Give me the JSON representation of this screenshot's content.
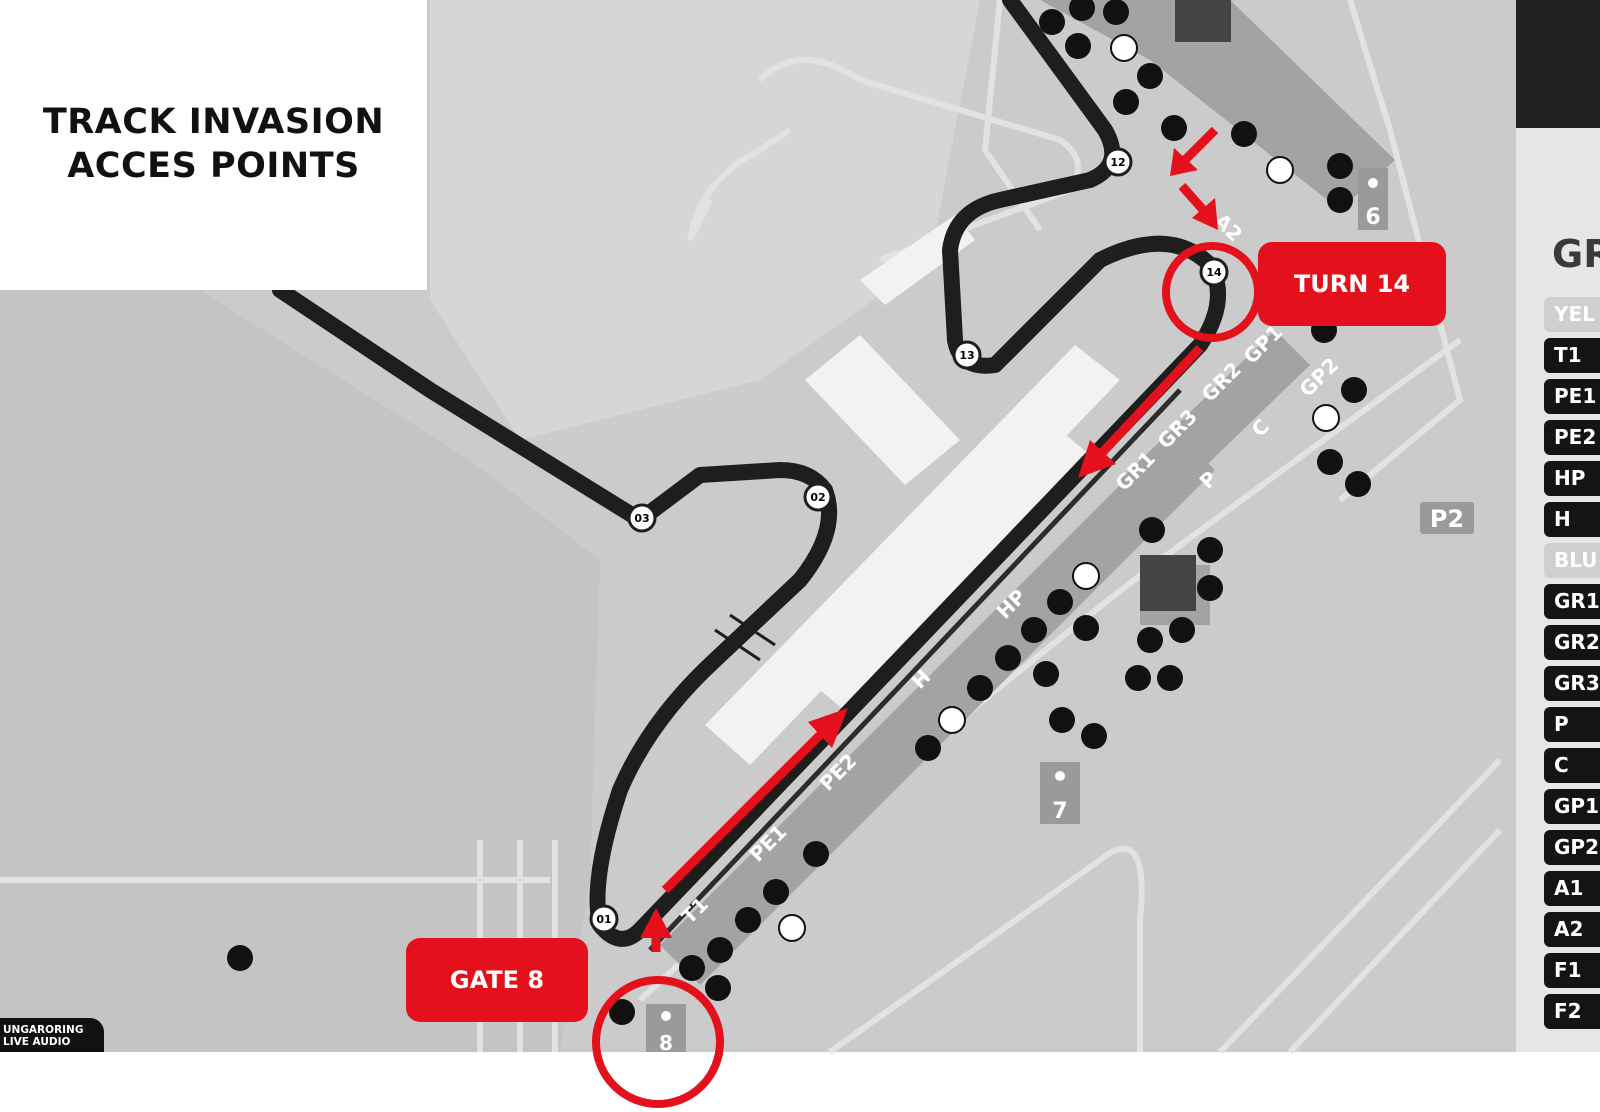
{
  "title": {
    "line1": "TRACK INVASION",
    "line2": "ACCES POINTS"
  },
  "callouts": {
    "turn14": "TURN 14",
    "gate8": "GATE 8"
  },
  "turns": [
    "01",
    "02",
    "03",
    "12",
    "13",
    "14"
  ],
  "zones": [
    "T1",
    "PE1",
    "PE2",
    "H",
    "HP",
    "GR1",
    "GR3",
    "GR2",
    "GP1",
    "P",
    "C",
    "GP2",
    "A2"
  ],
  "gates": [
    "6",
    "7",
    "8"
  ],
  "parking": "P2",
  "legend": {
    "heading": "GR",
    "items": [
      {
        "label": "YEL",
        "group": true
      },
      {
        "label": "T1"
      },
      {
        "label": "PE1"
      },
      {
        "label": "PE2"
      },
      {
        "label": "HP"
      },
      {
        "label": "H"
      },
      {
        "label": "BLU",
        "group": true
      },
      {
        "label": "GR1"
      },
      {
        "label": "GR2"
      },
      {
        "label": "GR3"
      },
      {
        "label": "P"
      },
      {
        "label": "C"
      },
      {
        "label": "GP1"
      },
      {
        "label": "GP2"
      },
      {
        "label": "A1"
      },
      {
        "label": "A2"
      },
      {
        "label": "F1"
      },
      {
        "label": "F2"
      }
    ]
  },
  "logo": {
    "line1": "UNGARORING",
    "line2": "LIVE AUDIO"
  },
  "colors": {
    "accent_red": "#e4101b",
    "track": "#1e1e1e",
    "ground": "#cbcbcb",
    "stand": "#9a9a9a"
  },
  "icons": [
    "food-icon",
    "drink-icon",
    "first-aid-icon",
    "shop-icon",
    "wifi-icon",
    "toilet-icon",
    "info-icon",
    "search-icon",
    "recycle-icon",
    "water-icon",
    "screen-icon",
    "security-icon",
    "charging-icon",
    "walking-person-icon"
  ]
}
